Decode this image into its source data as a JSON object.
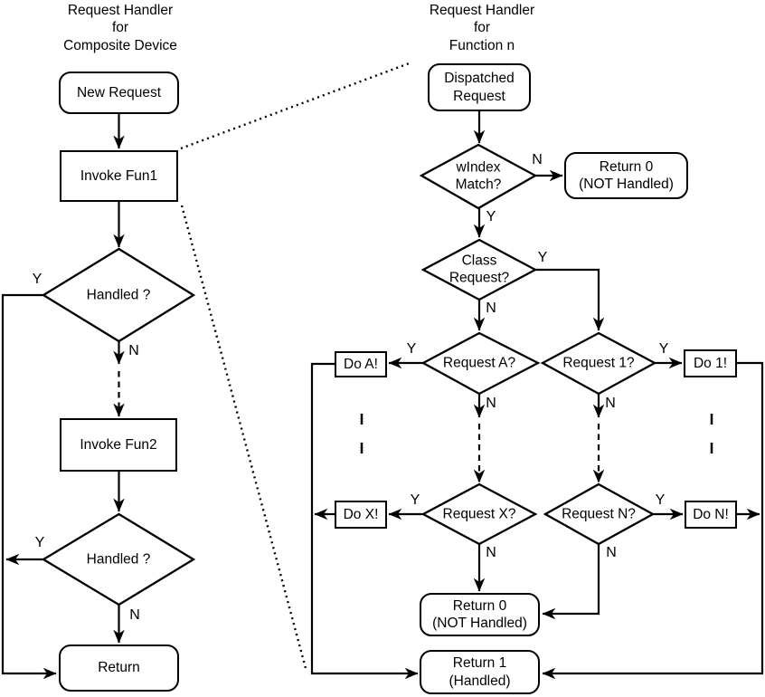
{
  "titles": {
    "left": "Request Handler\nfor\nComposite Device",
    "right": "Request Handler\nfor\nFunction n"
  },
  "left_chart": {
    "new_request": "New Request",
    "invoke_fun1": "Invoke Fun1",
    "handled_1": "Handled ?",
    "handled_1_yes": "Y",
    "handled_1_no": "N",
    "invoke_fun2": "Invoke Fun2",
    "handled_2": "Handled ?",
    "handled_2_yes": "Y",
    "handled_2_no": "N",
    "return": "Return"
  },
  "right_chart": {
    "dispatched_request": "Dispatched\nRequest",
    "windex_match": "wIndex\nMatch?",
    "windex_no": "N",
    "windex_yes": "Y",
    "return_0_top": "Return 0\n(NOT Handled)",
    "class_request": "Class\nRequest?",
    "class_yes": "Y",
    "class_no": "N",
    "request_a": "Request A?",
    "request_a_yes": "Y",
    "request_a_no": "N",
    "do_a": "Do A!",
    "request_1": "Request 1?",
    "request_1_yes": "Y",
    "request_1_no": "N",
    "do_1": "Do 1!",
    "request_x": "Request X?",
    "request_x_yes": "Y",
    "request_x_no": "N",
    "do_x": "Do X!",
    "request_n": "Request N?",
    "request_n_yes": "Y",
    "request_n_no": "N",
    "do_n": "Do N!",
    "return_0_bottom": "Return 0\n(NOT Handled)",
    "return_1": "Return 1\n(Handled)"
  },
  "colors": {
    "line": "#000000",
    "background": "#ffffff",
    "text": "#000000"
  }
}
